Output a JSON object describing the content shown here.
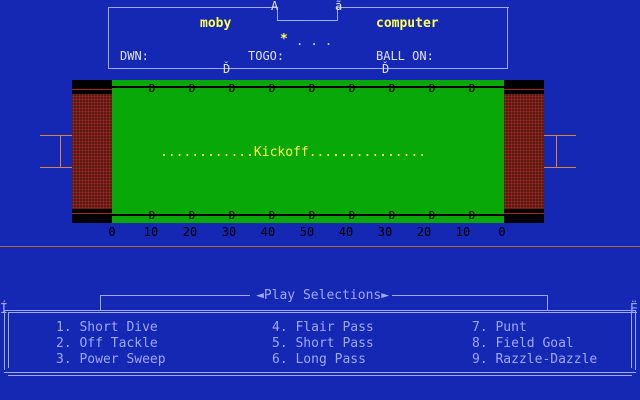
{
  "scoreboard": {
    "team_left": "moby",
    "team_right": "computer",
    "possession_marker": "*",
    "possession_dots": ". . .",
    "labels": {
      "down": "DWN:",
      "togo": "TOGO:",
      "ball_on": "BALL ON:"
    },
    "top_left_glyph": "Â",
    "top_right_glyph": "ã",
    "bottom_glyph": "Ď"
  },
  "field": {
    "hash_glyph": "D",
    "yard_labels": [
      "0",
      "10",
      "20",
      "30",
      "40",
      "50",
      "40",
      "30",
      "20",
      "10",
      "0"
    ],
    "message": "............Kickoff...............",
    "scrimmage_marker": "Ď"
  },
  "play_selections": {
    "title": "◄Play Selections►",
    "left_glyph": "Í",
    "right_glyph": "Ë",
    "plays": [
      {
        "label": "1. Short Dive"
      },
      {
        "label": "2. Off Tackle"
      },
      {
        "label": "3. Power Sweep"
      },
      {
        "label": "4. Flair Pass"
      },
      {
        "label": "5. Short Pass"
      },
      {
        "label": "6. Long Pass"
      },
      {
        "label": "7. Punt"
      },
      {
        "label": "8. Field Goal"
      },
      {
        "label": "9. Razzle-Dazzle"
      }
    ]
  }
}
